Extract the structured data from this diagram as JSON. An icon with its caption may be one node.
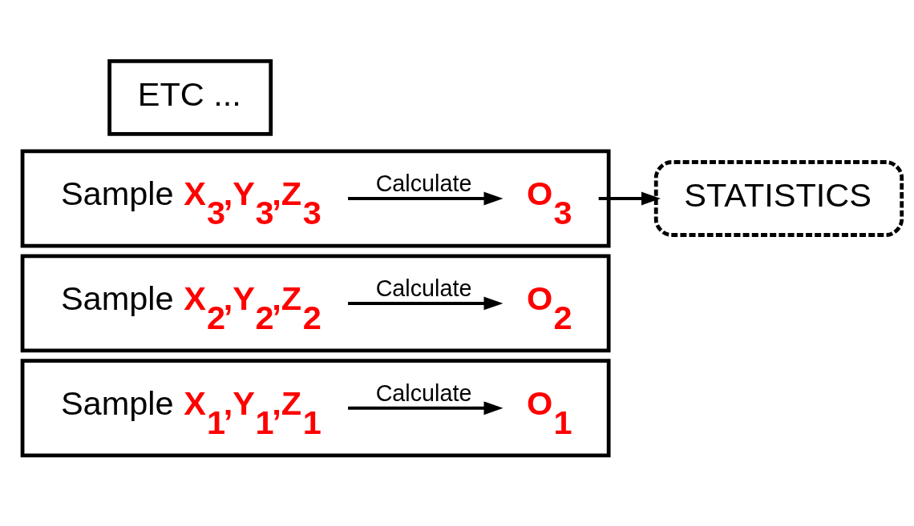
{
  "diagram": {
    "nodes": [
      {
        "text": [],
        "shape": "box"
      },
      {
        "text": [
          "Sample **X$_{1}$,Y$_{1}$,Z$_{1}$**"
        ],
        "in": 0
      },
      {
        "text": [
          "**O$_{1}$**"
        ],
        "in": 0
      },
      {
        "text": [],
        "shape": "box"
      },
      {
        "text": [
          "Sample **X$_{2}$,Y$_{2}$,Z$_{2}$**"
        ],
        "in": 3
      },
      {
        "text": [
          "**O$_{2}$**"
        ],
        "in": 3
      },
      {
        "text": [],
        "shape": "box"
      },
      {
        "text": [
          "Sample **X$_{3}$,Y$_{3}$,Z$_{3}$**"
        ],
        "in": 6
      },
      {
        "text": [
          "**O$_{3}$**"
        ],
        "in": 6
      },
      {
        "text": [
          "ETC ..."
        ]
      },
      {
        "text": [
          "STATISTICS"
        ]
      }
    ],
    "edges": [
      {
        "from": 1,
        "to": 2,
        "arrow": "to",
        "label": "Calculate"
      },
      {
        "from": 4,
        "to": 5,
        "arrow": "to",
        "label": "Calculate"
      },
      {
        "from": 7,
        "to": 8,
        "arrow": "to",
        "label": "Calculate"
      },
      {
        "from": 8,
        "to": 10,
        "arrow": "to"
      }
    ]
  }
}
